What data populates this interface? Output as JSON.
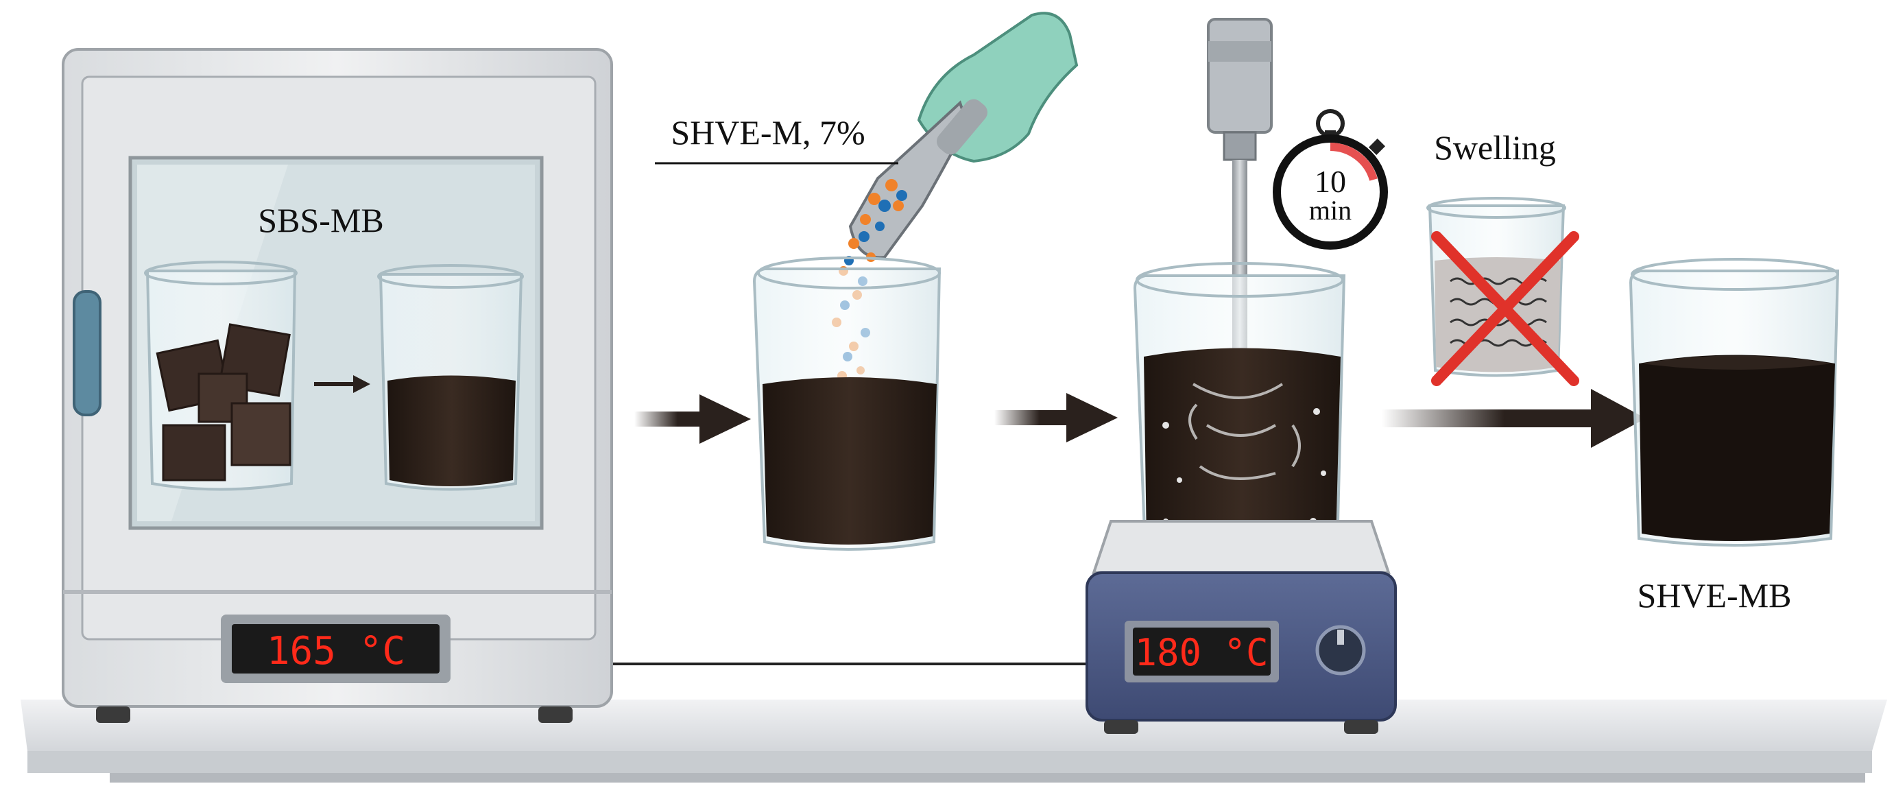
{
  "labels": {
    "sample_in_oven": "SBS-MB",
    "additive": "SHVE-M, 7%",
    "swelling": "Swelling",
    "product": "SHVE-MB"
  },
  "oven": {
    "display": "165 °C"
  },
  "hot_plate": {
    "display": "180 °C"
  },
  "timer": {
    "value": "10",
    "unit": "min"
  },
  "icons": [
    "oven-icon",
    "beaker-icon",
    "glove-icon",
    "scoop-icon",
    "stirrer-icon",
    "stopwatch-icon",
    "hot-plate-icon",
    "cross-icon",
    "arrow-icon"
  ],
  "colors": {
    "asphalt": "#2a1f19",
    "particle_orange": "#f0822a",
    "particle_blue": "#1f6fb5",
    "glove": "#8fd1bd",
    "lcd_text": "#ff2a1a",
    "cross": "#e0322a"
  }
}
